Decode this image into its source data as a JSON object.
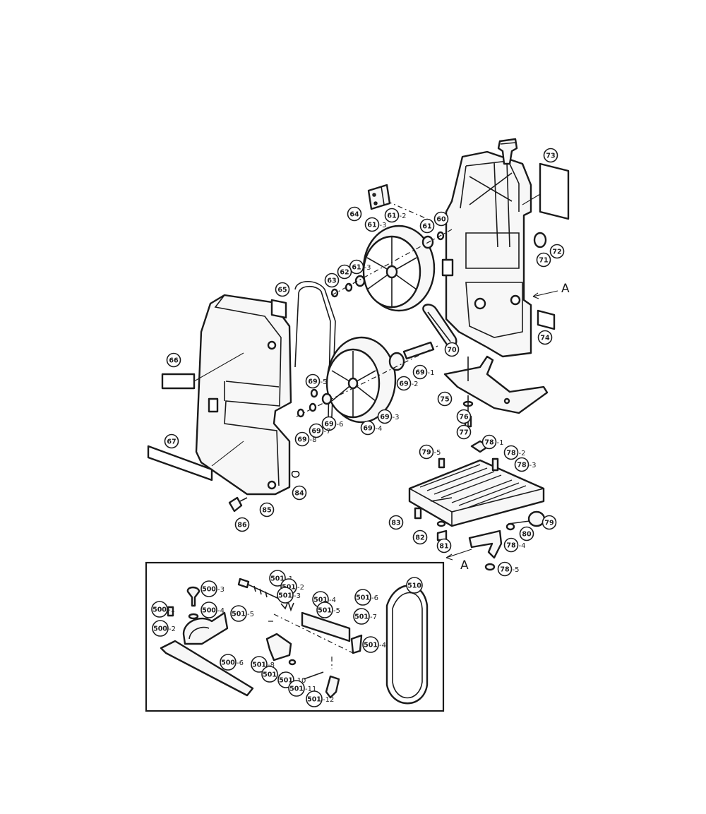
{
  "view_letters": {
    "right": "A",
    "bottom": "A"
  },
  "callouts": [
    {
      "id": "c60",
      "num": "60",
      "sub": ""
    },
    {
      "id": "c61",
      "num": "61",
      "sub": ""
    },
    {
      "id": "c61_2",
      "num": "61",
      "sub": "-2"
    },
    {
      "id": "c61_3a",
      "num": "61",
      "sub": "-3"
    },
    {
      "id": "c61_3b",
      "num": "61",
      "sub": "-3"
    },
    {
      "id": "c62",
      "num": "62",
      "sub": ""
    },
    {
      "id": "c63",
      "num": "63",
      "sub": ""
    },
    {
      "id": "c64",
      "num": "64",
      "sub": ""
    },
    {
      "id": "c65",
      "num": "65",
      "sub": ""
    },
    {
      "id": "c66",
      "num": "66",
      "sub": ""
    },
    {
      "id": "c67",
      "num": "67",
      "sub": ""
    },
    {
      "id": "c69_1",
      "num": "69",
      "sub": "-1"
    },
    {
      "id": "c69_2",
      "num": "69",
      "sub": "-2"
    },
    {
      "id": "c69_3",
      "num": "69",
      "sub": "-3"
    },
    {
      "id": "c69_4",
      "num": "69",
      "sub": "-4"
    },
    {
      "id": "c69_5",
      "num": "69",
      "sub": "-5"
    },
    {
      "id": "c69_6",
      "num": "69",
      "sub": "-6"
    },
    {
      "id": "c69_7",
      "num": "69",
      "sub": "-7"
    },
    {
      "id": "c69_8",
      "num": "69",
      "sub": "-8"
    },
    {
      "id": "c70",
      "num": "70",
      "sub": ""
    },
    {
      "id": "c71",
      "num": "71",
      "sub": ""
    },
    {
      "id": "c72",
      "num": "72",
      "sub": ""
    },
    {
      "id": "c73",
      "num": "73",
      "sub": ""
    },
    {
      "id": "c74",
      "num": "74",
      "sub": ""
    },
    {
      "id": "c75",
      "num": "75",
      "sub": ""
    },
    {
      "id": "c76",
      "num": "76",
      "sub": ""
    },
    {
      "id": "c77",
      "num": "77",
      "sub": ""
    },
    {
      "id": "c78_1",
      "num": "78",
      "sub": "-1"
    },
    {
      "id": "c78_2",
      "num": "78",
      "sub": "-2"
    },
    {
      "id": "c78_3",
      "num": "78",
      "sub": "-3"
    },
    {
      "id": "c78_4",
      "num": "78",
      "sub": "-4"
    },
    {
      "id": "c78_5",
      "num": "78",
      "sub": "-5"
    },
    {
      "id": "c79",
      "num": "79",
      "sub": ""
    },
    {
      "id": "c79_5",
      "num": "79",
      "sub": "-5"
    },
    {
      "id": "c80",
      "num": "80",
      "sub": ""
    },
    {
      "id": "c81",
      "num": "81",
      "sub": ""
    },
    {
      "id": "c82",
      "num": "82",
      "sub": ""
    },
    {
      "id": "c83",
      "num": "83",
      "sub": ""
    },
    {
      "id": "c84",
      "num": "84",
      "sub": ""
    },
    {
      "id": "c85",
      "num": "85",
      "sub": ""
    },
    {
      "id": "c86",
      "num": "86",
      "sub": ""
    },
    {
      "id": "c500_1",
      "num": "500",
      "sub": "-1"
    },
    {
      "id": "c500_2",
      "num": "500",
      "sub": "-2"
    },
    {
      "id": "c500_3",
      "num": "500",
      "sub": "-3"
    },
    {
      "id": "c500_4",
      "num": "500",
      "sub": "-4"
    },
    {
      "id": "c500_5",
      "num": "501",
      "sub": "-5"
    },
    {
      "id": "c500_6",
      "num": "500",
      "sub": "-6"
    },
    {
      "id": "c501_1",
      "num": "501",
      "sub": "-1"
    },
    {
      "id": "c501_2",
      "num": "501",
      "sub": "-2"
    },
    {
      "id": "c501_3",
      "num": "501",
      "sub": "-3"
    },
    {
      "id": "c501_4a",
      "num": "501",
      "sub": "-4"
    },
    {
      "id": "c501_5",
      "num": "501",
      "sub": "-5"
    },
    {
      "id": "c501_6",
      "num": "501",
      "sub": "-6"
    },
    {
      "id": "c501_7",
      "num": "501",
      "sub": "-7"
    },
    {
      "id": "c501_4b",
      "num": "501",
      "sub": "-4"
    },
    {
      "id": "c501_8",
      "num": "501",
      "sub": "-8"
    },
    {
      "id": "c501_9",
      "num": "501",
      "sub": "-9"
    },
    {
      "id": "c501_10",
      "num": "501",
      "sub": "-10"
    },
    {
      "id": "c501_11",
      "num": "501",
      "sub": "-11"
    },
    {
      "id": "c501_12",
      "num": "501",
      "sub": "-12"
    },
    {
      "id": "c510",
      "num": "510",
      "sub": ""
    }
  ]
}
